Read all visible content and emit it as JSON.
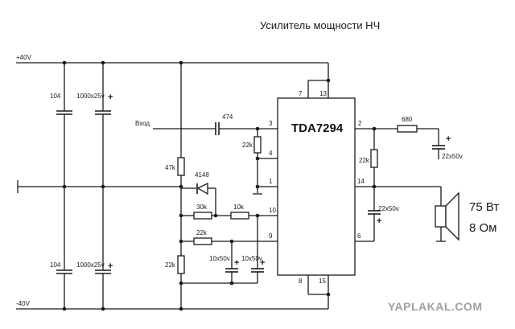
{
  "title": "Усилитель мощности НЧ",
  "chip": {
    "name": "TDA7294",
    "pins": [
      "7",
      "13",
      "3",
      "4",
      "1",
      "10",
      "9",
      "8",
      "15",
      "2",
      "14",
      "6"
    ]
  },
  "rails": {
    "positive": "+40V",
    "negative": "-40V"
  },
  "input_label": "Вход",
  "components": {
    "c_104_top": "104",
    "c_1000_top": "1000x25v",
    "c_104_bottom": "104",
    "c_1000_bottom": "1000x25v",
    "c_474": "474",
    "r_22k_in": "22k",
    "r_47k": "47k",
    "d_4148": "4148",
    "r_30k": "30k",
    "r_10k": "10k",
    "r_22k_fb": "22k",
    "r_22k_low": "22k",
    "c_10x50_a": "10x50v",
    "c_10x50_b": "10x50v",
    "r_680": "680",
    "c_22x50_out": "22x50v",
    "r_22k_out": "22k",
    "c_22x50_boot": "22x50v"
  },
  "speaker": {
    "power": "75 Вт",
    "impedance": "8 Ом"
  },
  "watermark": "YAPLAKAL.COM"
}
